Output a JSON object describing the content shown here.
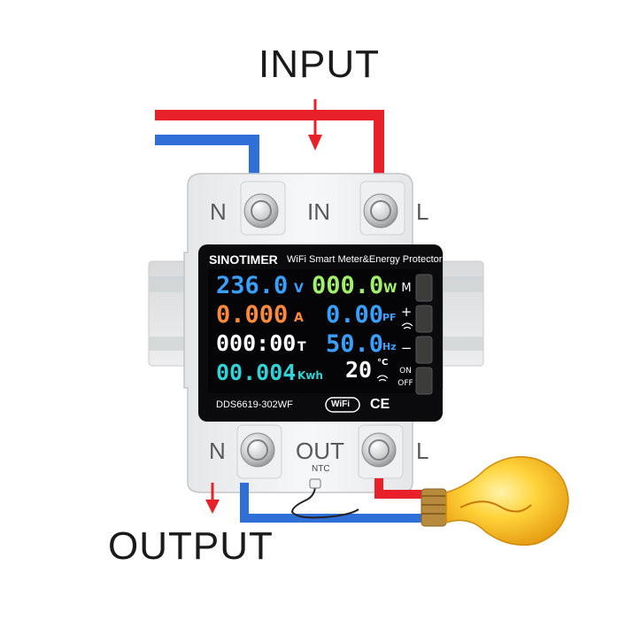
{
  "labels": {
    "input": "INPUT",
    "output": "OUTPUT",
    "top_n": "N",
    "top_in": "IN",
    "top_l": "L",
    "bottom_n": "N",
    "bottom_out": "OUT",
    "bottom_ntc": "NTC",
    "bottom_l": "L"
  },
  "device": {
    "brand": "SINOTIMER",
    "tagline": "WiFi Smart Meter&Energy Protector",
    "model": "DDS6619-302WF",
    "wifi_badge": "WiFi",
    "ce_mark": "CE"
  },
  "readings": {
    "voltage": {
      "value": "236.0",
      "unit": "V"
    },
    "current": {
      "value": "0.000",
      "unit": "A"
    },
    "time": {
      "value": "000:00",
      "unit": "T"
    },
    "energy": {
      "value": "00.004",
      "unit": "Kwh"
    },
    "power": {
      "value": "000.0",
      "unit": "W"
    },
    "power_factor": {
      "value": "0.00",
      "unit": "PF"
    },
    "frequency": {
      "value": "50.0",
      "unit": "Hz"
    },
    "temperature": {
      "value": "20",
      "unit": "°C"
    }
  },
  "buttons": {
    "m": "M",
    "plus": "+",
    "minus": "−",
    "on": "ON",
    "off": "OFF"
  },
  "colors": {
    "wire_live": "#e8202a",
    "wire_neutral": "#2f6fd8",
    "voltage": "#3aa0ff",
    "current": "#ff8a3c",
    "time": "#ffffff",
    "energy": "#2fd3d8",
    "power": "#9ff06a",
    "power_factor": "#3aa0ff",
    "frequency": "#3aa0ff",
    "temperature": "#ffffff",
    "bulb": "#f5c02a"
  }
}
